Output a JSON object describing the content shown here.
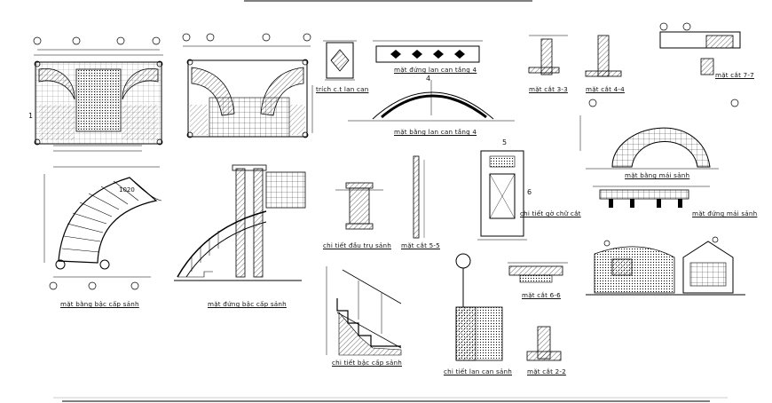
{
  "titles": {
    "lan_can_front": "mặt đứng lan can tầng 4",
    "lan_can_plan": "mặt bằng lan can tầng 4",
    "lan_can_detail": "trích c.t lan can",
    "cut_33": "mặt cắt 3-3",
    "cut_44": "mặt cắt 4-4",
    "cut_77": "mặt cắt 7-7",
    "mai_sanh_plan": "mặt bằng mái sảnh",
    "mai_sanh_front": "mặt đứng mái sảnh",
    "stair_plan": "mặt bằng bậc cấp sảnh",
    "stair_front": "mặt đứng bậc cấp sảnh",
    "column_detail": "chi tiết đầu trụ sảnh",
    "cut_55": "mặt cắt 5-5",
    "glass_detail": "chi tiết gờ chữ cắt",
    "step_detail": "chi tiết bậc cấp sảnh",
    "railing_detail": "chi tiết lan can sảnh",
    "cut_66": "mặt cắt 6-6",
    "cut_22": "mặt cắt 2-2"
  },
  "marks": {
    "section_4": "4",
    "section_5": "5",
    "section_6": "6",
    "section_1": "1",
    "stair_dim": "1020"
  }
}
